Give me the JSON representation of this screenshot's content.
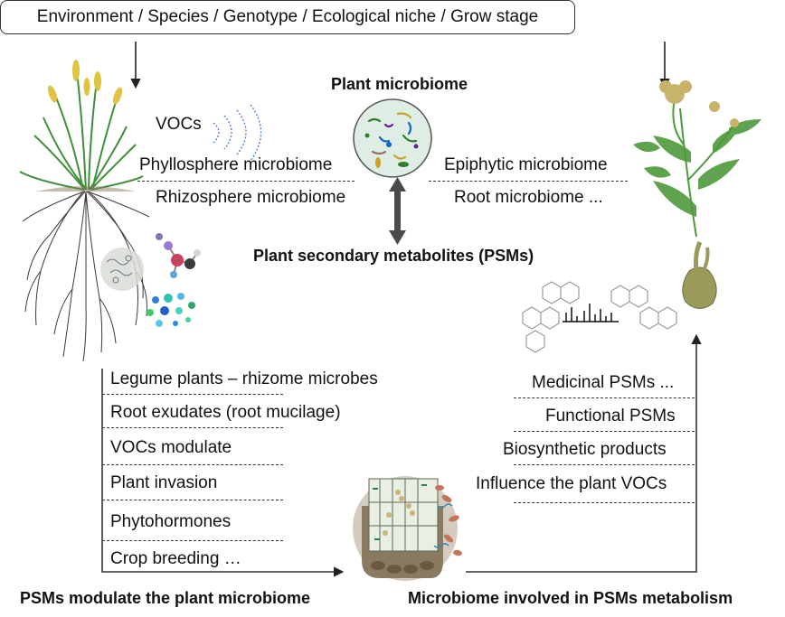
{
  "top_factors": "Environment  / Species / Genotype / Ecological niche / Grow stage",
  "center": {
    "title": "Plant microbiome",
    "psm_label": "Plant secondary metabolites (PSMs)"
  },
  "upper_labels": {
    "vocs": "VOCs",
    "phyllosphere": "Phyllosphere  microbiome",
    "rhizosphere": "Rhizosphere  microbiome",
    "epiphytic": "Epiphytic microbiome",
    "root": "Root microbiome ..."
  },
  "left_list": [
    "Legume plants – rhizome  microbes",
    "Root exudates (root mucilage)",
    "VOCs modulate",
    "Plant invasion",
    "Phytohormones",
    "Crop breeding …"
  ],
  "right_list": [
    "Medicinal PSMs ...",
    "Functional PSMs",
    "Biosynthetic products",
    "Influence the plant VOCs"
  ],
  "bottom": {
    "left_caption": "PSMs modulate the plant microbiome",
    "right_caption": "Microbiome involved in PSMs metabolism"
  },
  "colors": {
    "line": "#333333",
    "double_arrow": "#4a4a4a",
    "voc_waves": "#5b7fc4",
    "wheat_green": "#3f8f3a",
    "wheat_head": "#e0c341",
    "root": "#3a3a3a",
    "herb_green": "#4f9a3c",
    "herb_flower": "#c7b36a",
    "tuber": "#9a9a5a",
    "microbe_bg": "#dfeee4"
  }
}
